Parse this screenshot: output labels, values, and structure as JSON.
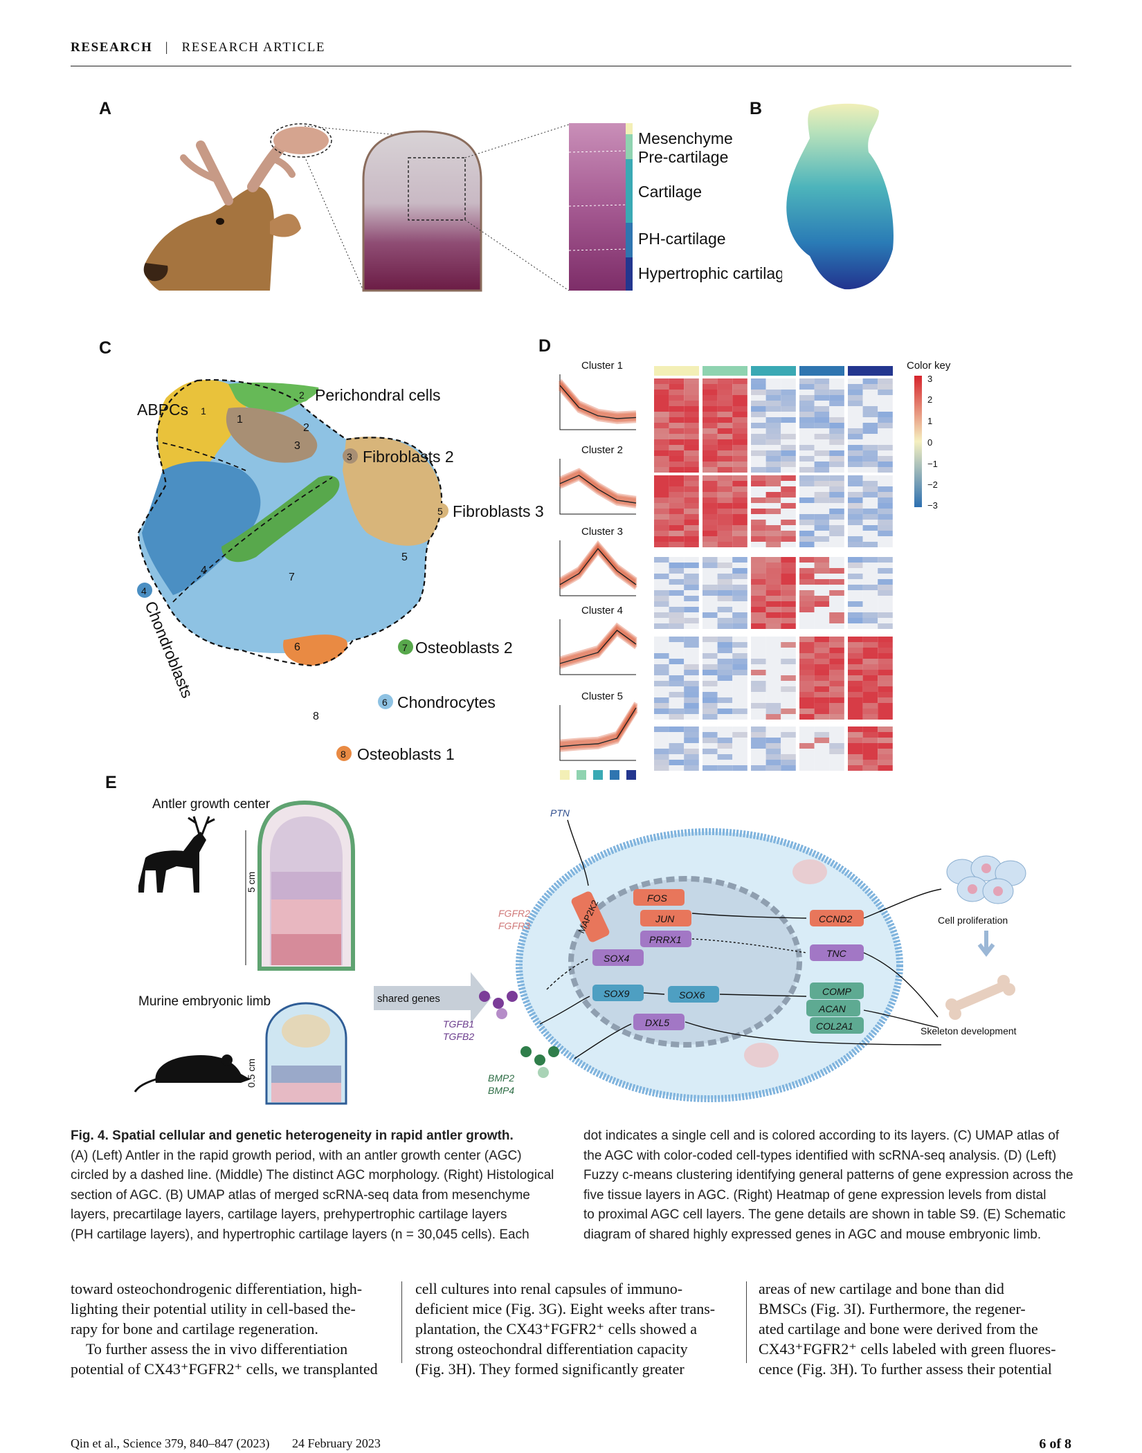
{
  "header": {
    "section": "RESEARCH",
    "separator": "|",
    "type": "RESEARCH ARTICLE"
  },
  "panels": {
    "a": "A",
    "b": "B",
    "c": "C",
    "d": "D",
    "e": "E"
  },
  "panelA": {
    "layers": [
      "Mesenchyme",
      "Pre-cartilage",
      "Cartilage",
      "PH-cartilage",
      "Hypertrophic cartilage"
    ],
    "layer_colors": [
      "#f3efb6",
      "#8fd3b0",
      "#3aa9b4",
      "#2f75b0",
      "#23368f"
    ]
  },
  "panelC": {
    "clusters": [
      {
        "num": "1",
        "label": "ABPCs",
        "color": "#e9c23b"
      },
      {
        "num": "2",
        "label": "Perichondral cells",
        "color": "#66b957"
      },
      {
        "num": "3",
        "label": "Fibroblasts 2",
        "color": "#a88f74"
      },
      {
        "num": "4",
        "label": "Chondroblasts",
        "color": "#4b8fc3"
      },
      {
        "num": "5",
        "label": "Fibroblasts 3",
        "color": "#d8b57a"
      },
      {
        "num": "6",
        "label": "Chondrocytes",
        "color": "#8ec2e3"
      },
      {
        "num": "7",
        "label": "Osteoblasts 2",
        "color": "#58a84c"
      },
      {
        "num": "8",
        "label": "Osteoblasts 1",
        "color": "#e98a43"
      }
    ]
  },
  "panelD": {
    "clusters": [
      "Cluster 1",
      "Cluster 2",
      "Cluster 3",
      "Cluster 4",
      "Cluster 5"
    ],
    "color_key": {
      "title": "Color key",
      "ticks": [
        "3",
        "2",
        "1",
        "0",
        "−1",
        "−2",
        "−3"
      ]
    }
  },
  "panelE": {
    "antler_title": "Antler growth center",
    "antler_scale": "5 cm",
    "mouse_title": "Murine embryonic limb",
    "mouse_scale": "0.5 cm",
    "shared_genes": "shared genes",
    "ligands": {
      "ptn": "PTN",
      "fgfr2": "FGFR2",
      "fgfr3": "FGFR3",
      "tgfb1": "TGFB1",
      "tgfb2": "TGFB2",
      "bmp2": "BMP2",
      "bmp4": "BMP4"
    },
    "genes": {
      "map2k2": "MAP2K2",
      "fos": "FOS",
      "jun": "JUN",
      "prrx1": "PRRX1",
      "sox4": "SOX4",
      "sox9": "SOX9",
      "sox6": "SOX6",
      "dxl5": "DXL5",
      "ccnd2": "CCND2",
      "tnc": "TNC",
      "comp": "COMP",
      "acan": "ACAN",
      "col2a1": "COL2A1"
    },
    "outcomes": {
      "proliferation": "Cell proliferation",
      "skeleton": "Skeleton development"
    }
  },
  "caption": {
    "title": "Fig. 4. Spatial cellular and genetic heterogeneity in rapid antler growth.",
    "left_lines": [
      "(A) (Left) Antler in the rapid growth period, with an antler growth center (AGC)",
      "circled by a dashed line. (Middle) The distinct AGC morphology. (Right) Histological",
      "section of AGC. (B) UMAP atlas of merged scRNA-seq data from mesenchyme",
      "layers, precartilage layers, cartilage layers, prehypertrophic cartilage layers",
      "(PH cartilage layers), and hypertrophic cartilage layers (n = 30,045 cells). Each"
    ],
    "right_lines": [
      "dot indicates a single cell and is colored according to its layers. (C) UMAP atlas of",
      "the AGC with color-coded cell-types identified with scRNA-seq analysis. (D) (Left)",
      "Fuzzy c-means clustering identifying general patterns of gene expression across the",
      "five tissue layers in AGC. (Right) Heatmap of gene expression levels from distal",
      "to proximal AGC cell layers. The gene details are shown in table S9. (E) Schematic",
      "diagram of shared highly expressed genes in AGC and mouse embryonic limb."
    ]
  },
  "body": {
    "col1": [
      "toward osteochondrogenic differentiation, high-",
      "lighting their potential utility in cell-based the-",
      "rapy for bone and cartilage regeneration.",
      "To further assess the in vivo differentiation",
      "potential of CX43⁺FGFR2⁺ cells, we transplanted"
    ],
    "col2": [
      "cell cultures into renal capsules of immuno-",
      "deficient mice (Fig. 3G). Eight weeks after trans-",
      "plantation, the CX43⁺FGFR2⁺ cells showed a",
      "strong osteochondral differentiation capacity",
      "(Fig. 3H). They formed significantly greater"
    ],
    "col3": [
      "areas of new cartilage and bone than did",
      "BMSCs (Fig. 3I). Furthermore, the regener-",
      "ated cartilage and bone were derived from the",
      "CX43⁺FGFR2⁺ cells labeled with green fluores-",
      "cence (Fig. 3H). To further assess their potential"
    ]
  },
  "footer": {
    "citation": "Qin et al., Science 379, 840–847 (2023)",
    "date": "24 February 2023",
    "page": "6 of 8"
  }
}
